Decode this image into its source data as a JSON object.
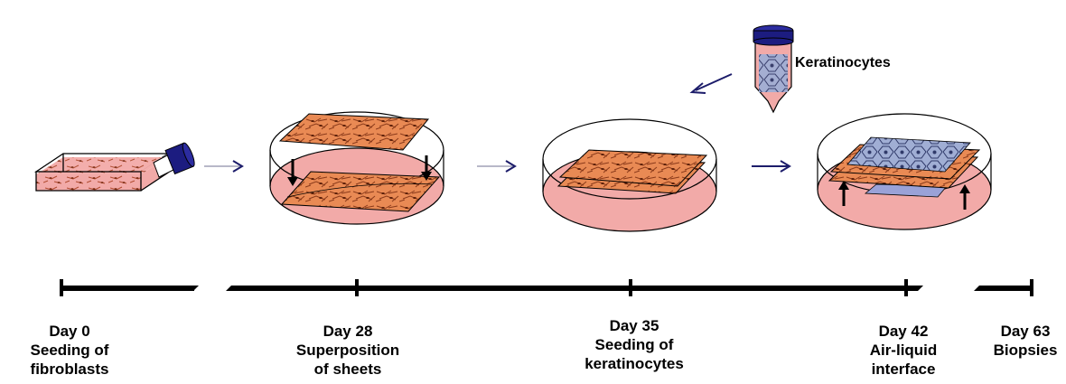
{
  "reagent": {
    "label": "Keratinocytes"
  },
  "timeline": [
    {
      "lines": [
        "Day 0",
        "Seeding of",
        "fibroblasts"
      ]
    },
    {
      "lines": [
        "Day 28",
        "Superposition",
        "of sheets"
      ]
    },
    {
      "lines": [
        "Day 35",
        "Seeding of",
        "keratinocytes"
      ]
    },
    {
      "lines": [
        "Day 42",
        "Air-liquid",
        "interface"
      ]
    },
    {
      "lines": [
        "Day 63",
        "Biopsies"
      ]
    }
  ],
  "colors": {
    "medium": "#f2aaa8",
    "sheet": "#e98a54",
    "cells": "#8a3a1a",
    "keratinocytes": "#a0aed4",
    "cap": "#1c1c80",
    "arrow": "#1c1c6a",
    "timeline": "#000000"
  },
  "icons": [
    "flask-icon",
    "petri-dish-icon",
    "tube-icon",
    "arrow-icon",
    "timeline-icon"
  ]
}
